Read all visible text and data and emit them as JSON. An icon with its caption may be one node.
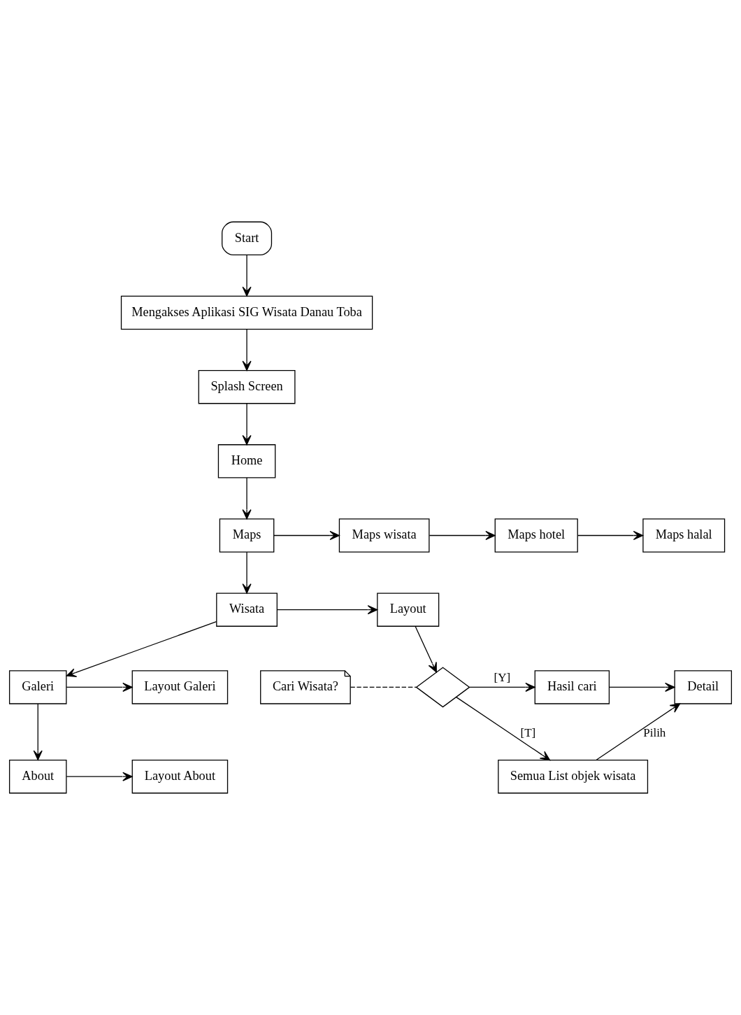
{
  "diagram": {
    "nodes": [
      {
        "text": [
          "Start"
        ]
      },
      {
        "text": [
          "Mengakses Aplikasi SIG Wisata Danau Toba"
        ]
      },
      {
        "text": [
          "Splash Screen"
        ]
      },
      {
        "text": [
          "Home"
        ]
      },
      {
        "text": [
          "Maps"
        ]
      },
      {
        "text": [
          "Maps wisata"
        ]
      },
      {
        "text": [
          "Maps hotel"
        ]
      },
      {
        "text": [
          "Maps halal"
        ]
      },
      {
        "text": [
          "Wisata"
        ]
      },
      {
        "text": [
          "Layout"
        ]
      },
      {
        "text": [
          "Cari Wisata?"
        ]
      },
      {
        "text": [],
        "shape": "diamond"
      },
      {
        "text": [
          "Hasil cari"
        ]
      },
      {
        "text": [
          "Detail"
        ]
      },
      {
        "text": [
          "Semua List objek wisata"
        ]
      },
      {
        "text": [
          "Galeri"
        ]
      },
      {
        "text": [
          "Layout Galeri"
        ]
      },
      {
        "text": [
          "About"
        ]
      },
      {
        "text": [
          "Layout About"
        ]
      }
    ],
    "edges": [
      {
        "from": 0,
        "to": 1,
        "arrow": "to"
      },
      {
        "from": 1,
        "to": 2,
        "arrow": "to"
      },
      {
        "from": 2,
        "to": 3,
        "arrow": "to"
      },
      {
        "from": 3,
        "to": 4,
        "arrow": "to"
      },
      {
        "from": 4,
        "to": 5,
        "arrow": "to"
      },
      {
        "from": 5,
        "to": 6,
        "arrow": "to"
      },
      {
        "from": 6,
        "to": 7,
        "arrow": "to"
      },
      {
        "from": 4,
        "to": 8,
        "arrow": "to"
      },
      {
        "from": 8,
        "to": 9,
        "arrow": "to"
      },
      {
        "from": 9,
        "to": 11,
        "arrow": "to"
      },
      {
        "from": 10,
        "to": 11,
        "arrow": "none",
        "style": "dashed"
      },
      {
        "from": 11,
        "to": 12,
        "arrow": "to",
        "label": "[Y]"
      },
      {
        "from": 12,
        "to": 13,
        "arrow": "to"
      },
      {
        "from": 11,
        "to": 14,
        "arrow": "to",
        "label": "[T]"
      },
      {
        "from": 14,
        "to": 13,
        "arrow": "to",
        "label": "Pilih"
      },
      {
        "from": 8,
        "to": 15,
        "arrow": "to"
      },
      {
        "from": 15,
        "to": 16,
        "arrow": "to"
      },
      {
        "from": 15,
        "to": 17,
        "arrow": "to"
      },
      {
        "from": 17,
        "to": 18,
        "arrow": "to"
      }
    ]
  }
}
